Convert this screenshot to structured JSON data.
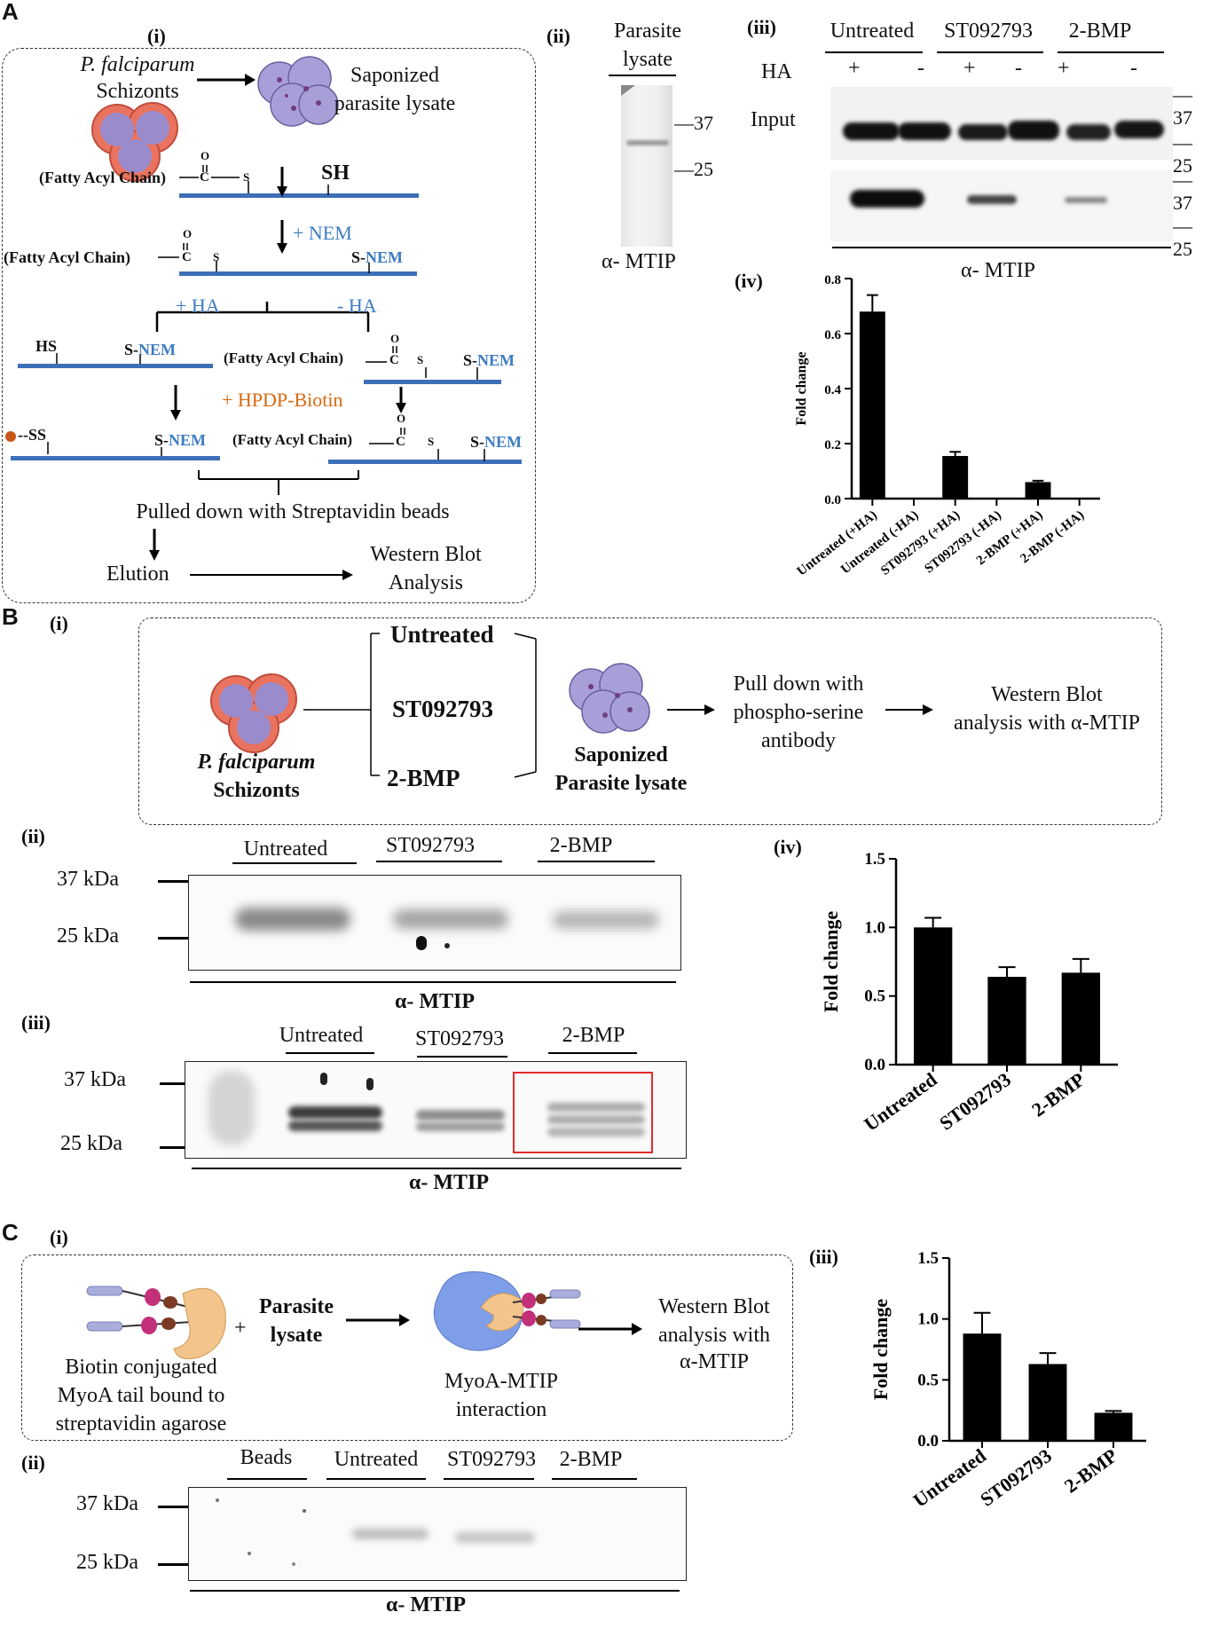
{
  "panelA": {
    "letter": "A",
    "i": {
      "label": "(i)",
      "species": "P. falciparum",
      "schizonts": "Schizonts",
      "lysate_l1": "Saponized",
      "lysate_l2": "parasite lysate",
      "fatty_acyl": "(Fatty Acyl Chain)",
      "sh": "SH",
      "plus_nem": "+ NEM",
      "plus_ha": "+ HA",
      "minus_ha": "- HA",
      "hs": "HS",
      "s_prefix": "S-",
      "nem": "NEM",
      "hpdp": "+ HPDP-Biotin",
      "ss": "--SS",
      "pulled": "Pulled down with Streptavidin beads",
      "elution": "Elution",
      "wb_l1": "Western Blot",
      "wb_l2": "Analysis",
      "o": "O",
      "c": "C",
      "s": "S"
    },
    "ii": {
      "label": "(ii)",
      "head_l1": "Parasite",
      "head_l2": "lysate",
      "m37": "37",
      "m25": "25",
      "antibody": "α- MTIP"
    },
    "iii": {
      "label": "(iii)",
      "groups": [
        "Untreated",
        "ST092793",
        "2-BMP"
      ],
      "ha": "HA",
      "signs": [
        "+",
        "-",
        "+",
        "-",
        "+",
        "-"
      ],
      "input": "Input",
      "m37": "37",
      "m25": "25",
      "antibody": "α- MTIP"
    },
    "iv": {
      "label": "(iv)"
    }
  },
  "panelB": {
    "letter": "B",
    "i": {
      "label": "(i)",
      "opt1": "Untreated",
      "opt2": "ST092793",
      "opt3": "2-BMP",
      "species": "P. falciparum",
      "schizonts": "Schizonts",
      "lysate_l1": "Saponized",
      "lysate_l2": "Parasite lysate",
      "pull_l1": "Pull down with",
      "pull_l2": "phospho-serine",
      "pull_l3": "antibody",
      "wb_l1": "Western Blot",
      "wb_l2": "analysis with α-MTIP"
    },
    "ii": {
      "label": "(ii)",
      "groups": [
        "Untreated",
        "ST092793",
        "2-BMP"
      ],
      "m37": "37 kDa",
      "m25": "25 kDa",
      "antibody": "α- MTIP"
    },
    "iii": {
      "label": "(iii)",
      "groups": [
        "Untreated",
        "ST092793",
        "2-BMP"
      ],
      "m37": "37 kDa",
      "m25": "25 kDa",
      "antibody": "α- MTIP"
    },
    "iv": {
      "label": "(iv)"
    }
  },
  "panelC": {
    "letter": "C",
    "i": {
      "label": "(i)",
      "biotin_l1": "Biotin conjugated",
      "biotin_l2": "MyoA tail bound to",
      "biotin_l3": "streptavidin agarose",
      "plus": "+",
      "lysate_l1": "Parasite",
      "lysate_l2": "lysate",
      "myoa_l1": "MyoA-MTIP",
      "myoa_l2": "interaction",
      "wb_l1": "Western Blot",
      "wb_l2": "analysis with",
      "wb_l3": "α-MTIP"
    },
    "ii": {
      "label": "(ii)",
      "groups": [
        "Beads",
        "Untreated",
        "ST092793",
        "2-BMP"
      ],
      "m37": "37 kDa",
      "m25": "25 kDa",
      "antibody": "α- MTIP"
    },
    "iii": {
      "label": "(iii)"
    }
  },
  "chart_data": [
    {
      "type": "bar",
      "ylabel": "Fold change",
      "categories": [
        "Untreated (+HA)",
        "Untreated (-HA)",
        "ST092793 (+HA)",
        "ST092793 (-HA)",
        "2-BMP (+HA)",
        "2-BMP (-HA)"
      ],
      "values": [
        0.68,
        0.0,
        0.155,
        0.0,
        0.06,
        0.0
      ],
      "errors": [
        0.06,
        0,
        0.015,
        0,
        0.005,
        0
      ],
      "ylim": [
        0,
        0.8
      ],
      "yticks": [
        "0.0",
        "0.2",
        "0.4",
        "0.6",
        "0.8"
      ],
      "color": "#000000"
    },
    {
      "type": "bar",
      "ylabel": "Fold change",
      "categories": [
        "Untreated",
        "ST092793",
        "2-BMP"
      ],
      "values": [
        1.0,
        0.64,
        0.67
      ],
      "errors": [
        0.07,
        0.07,
        0.1
      ],
      "ylim": [
        0,
        1.5
      ],
      "yticks": [
        "0.0",
        "0.5",
        "1.0",
        "1.5"
      ],
      "color": "#000000"
    },
    {
      "type": "bar",
      "ylabel": "Fold change",
      "categories": [
        "Untreated",
        "ST092793",
        "2-BMP"
      ],
      "values": [
        0.88,
        0.63,
        0.23
      ],
      "errors": [
        0.17,
        0.09,
        0.015
      ],
      "ylim": [
        0,
        1.5
      ],
      "yticks": [
        "0.0",
        "0.5",
        "1.0",
        "1.5"
      ],
      "color": "#000000"
    }
  ]
}
